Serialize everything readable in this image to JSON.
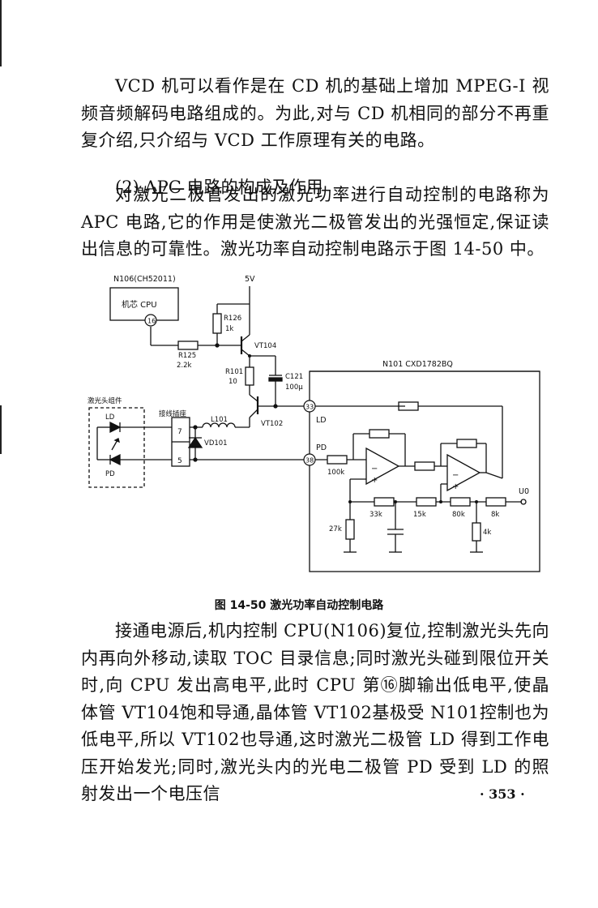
{
  "paragraphs": {
    "p1": "VCD 机可以看作是在 CD 机的基础上增加 MPEG-I 视频音频解码电路组成的。为此,对与 CD 机相同的部分不再重复介绍,只介绍与 VCD 工作原理有关的电路。",
    "heading": "(2) APC 电路的构成及作用",
    "p2": "对激光二极管发出的激光功率进行自动控制的电路称为 APC 电路,它的作用是使激光二极管发出的光强恒定,保证读出信息的可靠性。激光功率自动控制电路示于图 14-50 中。",
    "p3": "接通电源后,机内控制 CPU(N106)复位,控制激光头先向内再向外移动,读取 TOC 目录信息;同时激光头碰到限位开关时,向 CPU 发出高电平,此时 CPU 第⑯脚输出低电平,使晶体管 VT104饱和导通,晶体管 VT102基极受 N101控制也为低电平,所以 VT102也导通,这时激光二极管 LD 得到工作电压开始发光;同时,激光头内的光电二极管 PD 受到 LD 的照射发出一个电压信"
  },
  "figure": {
    "caption": "图 14-50   激光功率自动控制电路",
    "labels": {
      "n106": "N106(CH52011)",
      "cpu_box": "机芯 CPU",
      "pin16": "16",
      "v5": "5V",
      "r126": "R126",
      "r126_val": "1k",
      "vt104": "VT104",
      "r125": "R125",
      "r125_val": "2.2k",
      "r101": "R101",
      "r101_val": "10",
      "c121": "C121",
      "c121_val": "100μ",
      "n101": "N101 CXD1782BQ",
      "laser_assy": "激光头组件",
      "connector": "接线插座",
      "l101": "L101",
      "vt102": "VT102",
      "pin33": "33",
      "ld_pin": "LD",
      "pd_pin": "PD",
      "pin38": "38",
      "ld_comp": "LD",
      "pd_comp": "PD",
      "conn7": "7",
      "conn5": "5",
      "vd101": "VD101",
      "r100k": "100k",
      "r33k": "33k",
      "r15k": "15k",
      "r80k": "80k",
      "r8k": "8k",
      "r27k": "27k",
      "r4k": "4k",
      "u0": "U0"
    }
  },
  "page_number": "· 353 ·"
}
